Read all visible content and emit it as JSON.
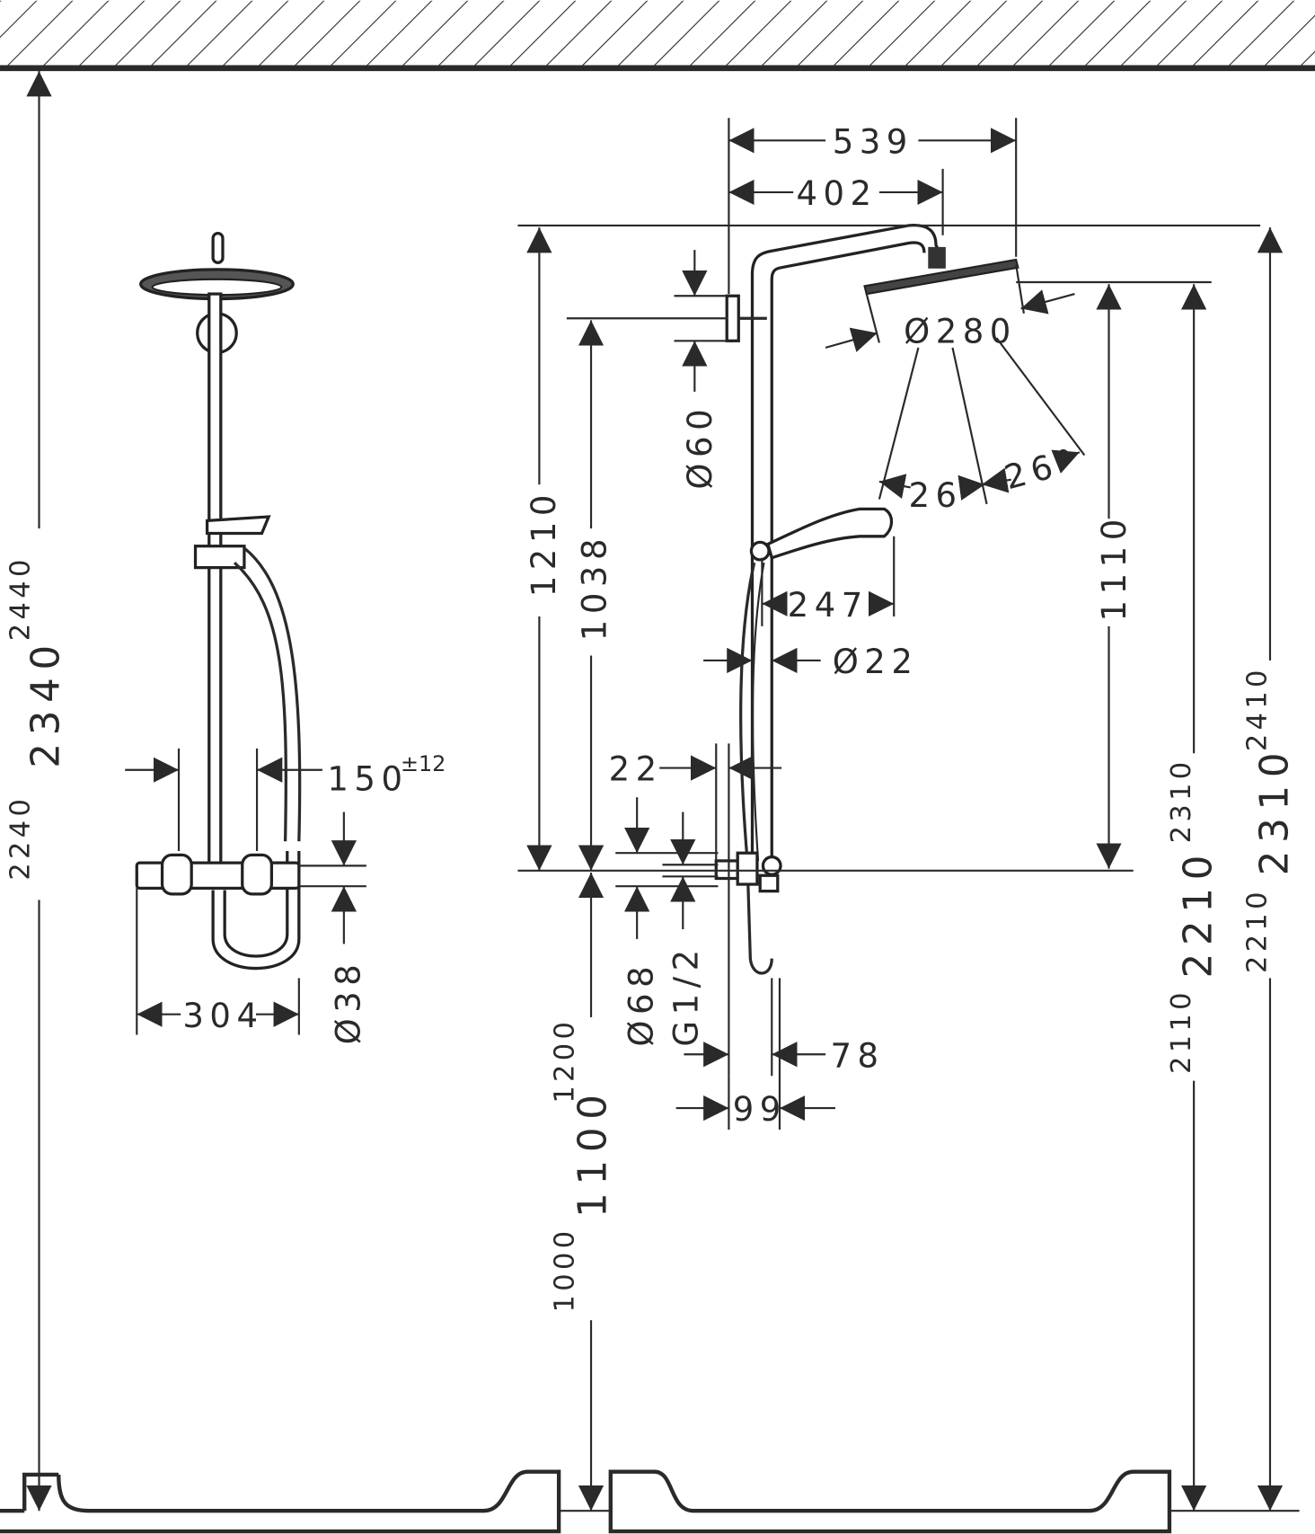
{
  "colors": {
    "line": "#2a2a2a",
    "background": "#ffffff"
  },
  "front_view": {
    "height_upper": "2440",
    "height_main": "2340",
    "height_lower": "2240",
    "spacing": "150",
    "spacing_tolerance": "±12",
    "thermostat_width": "304",
    "thermostat_diameter": "Ø38"
  },
  "side_view": {
    "arm_length": "539",
    "arm_offset": "402",
    "head_diameter": "Ø280",
    "rail_holder_diameter": "Ø60",
    "tilt_angle_1": "26°",
    "tilt_angle_2": "26°",
    "hand_shower_length": "247",
    "rail_diameter": "Ø22",
    "wall_offset": "22",
    "rail_height": "1210",
    "holder_height": "1038",
    "head_drop": "1110",
    "connection_diameter": "Ø68",
    "thread": "G1/2",
    "projection_78": "78",
    "projection_99": "99",
    "mount_upper": "1200",
    "mount_main": "1100",
    "mount_lower": "1000",
    "head_height_upper": "2310",
    "head_height_main": "2210",
    "head_height_lower": "2110",
    "total_upper": "2410",
    "total_main": "2310",
    "total_lower": "2210"
  }
}
